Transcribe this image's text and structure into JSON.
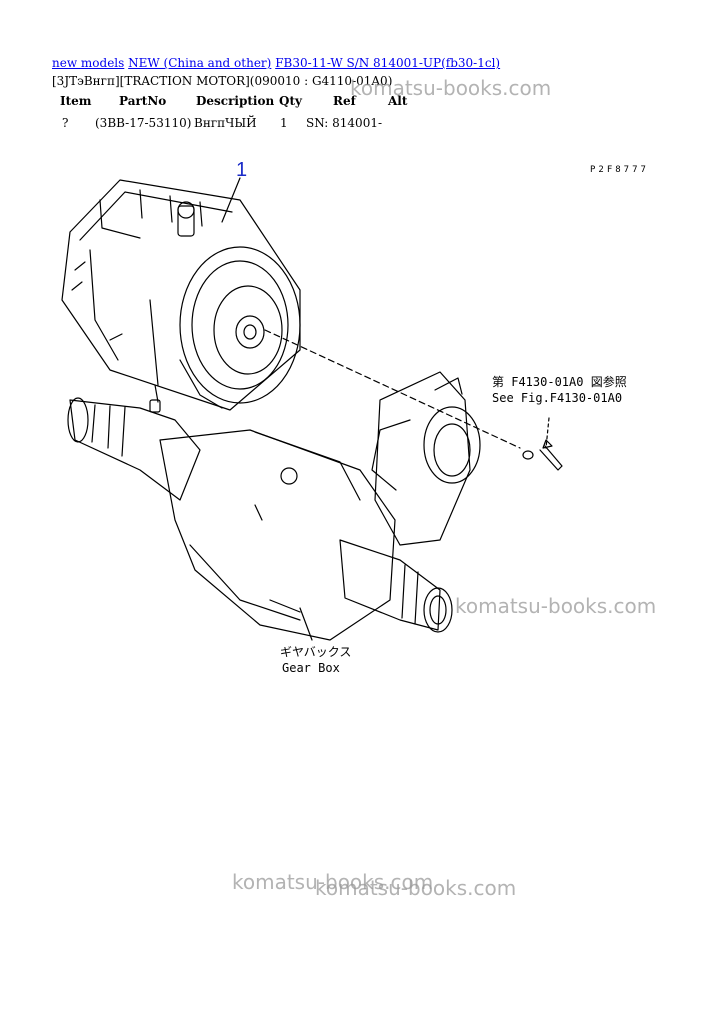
{
  "breadcrumb": {
    "links": [
      "new models",
      "NEW (China and other)",
      "FB30-11-W S/N 814001-UP(fb30-1cl)"
    ]
  },
  "subtitle": "[3JTэВнгп][TRACTION MOTOR](090010 : G4110-01A0)",
  "table": {
    "headers": [
      "Item",
      "PartNo",
      "Description",
      "Qty",
      "Ref",
      "Alt"
    ],
    "row": [
      "?",
      "(3BB-17-53110)",
      "ВнгпЧЫЙ",
      "1",
      "SN: 814001-",
      ""
    ]
  },
  "drawing": {
    "callout": "1",
    "figure_code": "P2F8777",
    "ref_jp": "第 F4130-01A0 図参照",
    "ref_en": "See Fig.F4130-01A0",
    "gearbox_jp": "ギヤバックス",
    "gearbox_en": "Gear Box"
  },
  "watermarks": [
    "komatsu-books.com",
    "komatsu-books.com",
    "komatsu-books.com",
    "komatsu-books.com"
  ]
}
